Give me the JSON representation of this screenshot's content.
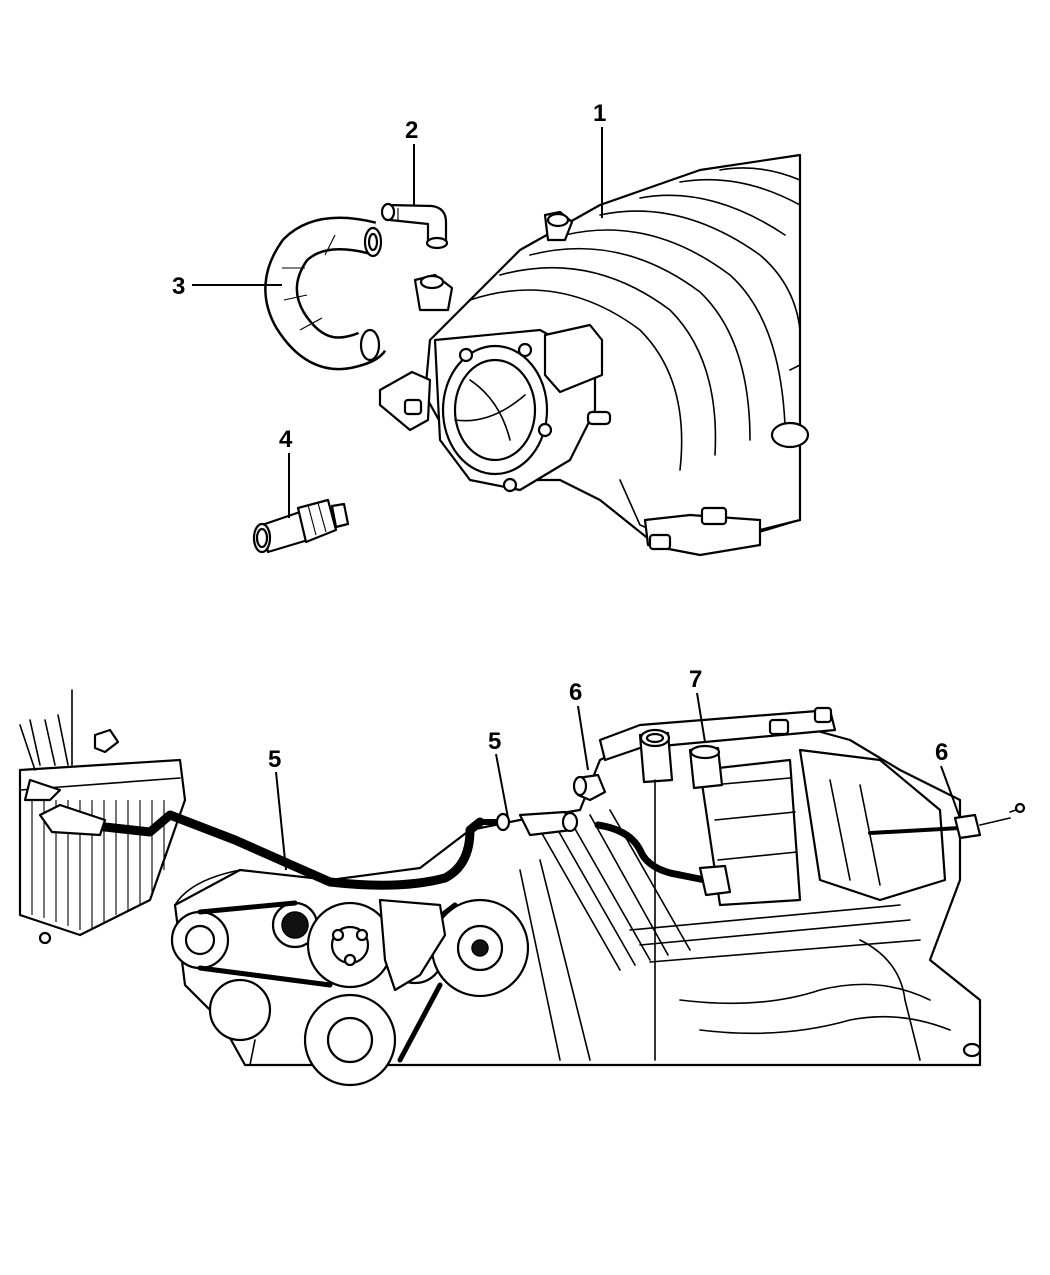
{
  "callouts": [
    {
      "id": "c1",
      "label": "1"
    },
    {
      "id": "c2",
      "label": "2"
    },
    {
      "id": "c3",
      "label": "3"
    },
    {
      "id": "c4",
      "label": "4"
    },
    {
      "id": "c5a",
      "label": "5"
    },
    {
      "id": "c5b",
      "label": "5"
    },
    {
      "id": "c6a",
      "label": "6"
    },
    {
      "id": "c7",
      "label": "7"
    },
    {
      "id": "c6b",
      "label": "6"
    }
  ],
  "parts": {
    "p1": "intake-manifold",
    "p2": "elbow-fitting",
    "p3": "pcv-hose",
    "p4": "pcv-valve",
    "p5": "vent-hose",
    "p6": "hose-connector",
    "p7": "pcv-valve-installed"
  }
}
